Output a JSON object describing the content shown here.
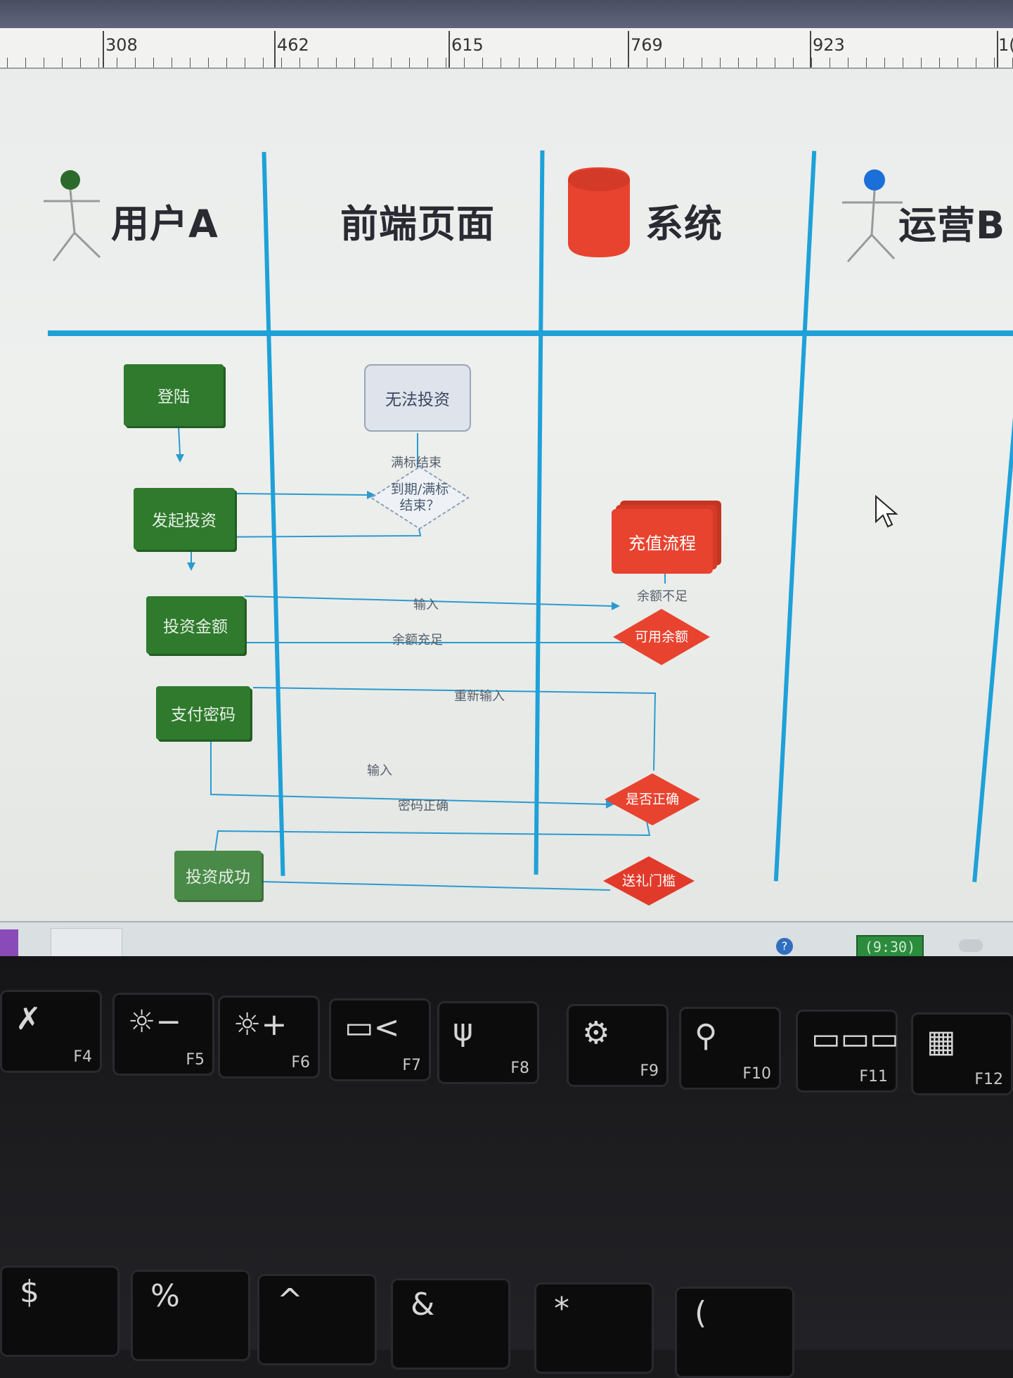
{
  "ruler": {
    "marks": [
      "308",
      "462",
      "615",
      "769",
      "923",
      "1("
    ]
  },
  "lanes": {
    "user_a": "用户A",
    "frontend": "前端页面",
    "system": "系统",
    "ops_b": "运营B"
  },
  "nodes": {
    "login": "登陆",
    "start_invest": "发起投资",
    "invest_amount": "投资金额",
    "pay_password": "支付密码",
    "invest_success": "投资成功",
    "cannot_invest": "无法投资",
    "due_or_full": "到期/满标\n结束？",
    "recharge_flow": "充值流程",
    "available_balance": "可用余额",
    "is_correct": "是否正确",
    "gift": "送礼门槛"
  },
  "edge_labels": {
    "full_end": "满标结束",
    "insufficient": "余额不足",
    "input1": "输入",
    "sufficient": "余额充足",
    "reinput": "重新输入",
    "input2": "输入",
    "password_correct": "密码正确"
  },
  "taskbar": {
    "clock": "(9:30)"
  },
  "keyboard": {
    "fkeys": [
      {
        "glyph": "✗",
        "label": "F4"
      },
      {
        "glyph": "☼−",
        "label": "F5"
      },
      {
        "glyph": "☼+",
        "label": "F6"
      },
      {
        "glyph": "▭<",
        "label": "F7"
      },
      {
        "glyph": "ψ",
        "label": "F8"
      },
      {
        "glyph": "⚙",
        "label": "F9"
      },
      {
        "glyph": "⚲",
        "label": "F10"
      },
      {
        "glyph": "▭▭▭",
        "label": "F11"
      },
      {
        "glyph": "▦",
        "label": "F12"
      }
    ],
    "numrow": [
      "$",
      "%",
      "^",
      "&",
      "*",
      "("
    ]
  },
  "colors": {
    "lane": "#1ea1d8",
    "green": "#2f7a2d",
    "red": "#e8432f"
  }
}
